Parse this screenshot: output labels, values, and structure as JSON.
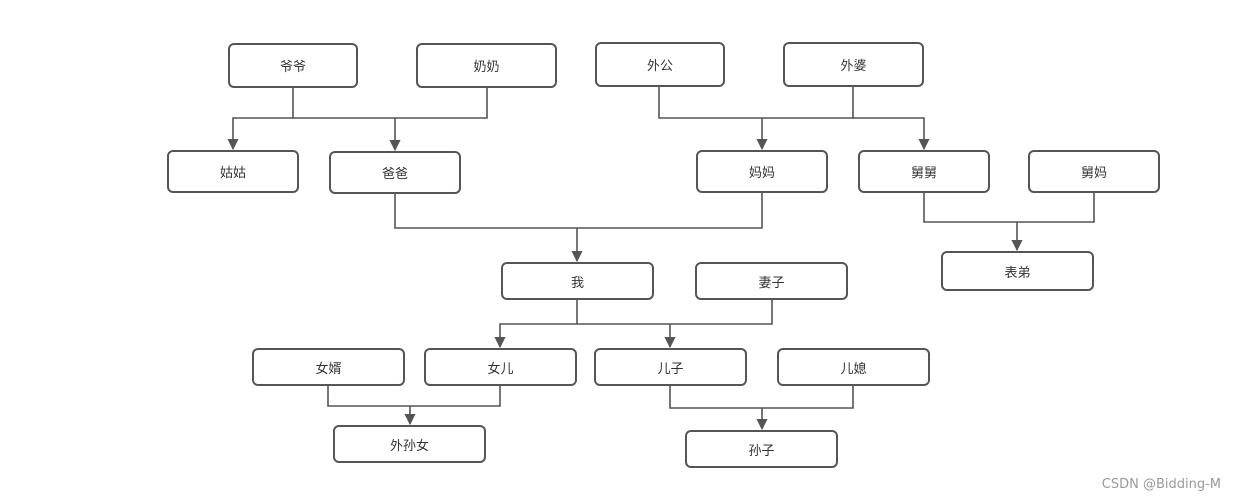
{
  "nodes": {
    "yeye": "爷爷",
    "nainai": "奶奶",
    "waigong": "外公",
    "waipo": "外婆",
    "gugu": "姑姑",
    "baba": "爸爸",
    "mama": "妈妈",
    "jiujiu": "舅舅",
    "jiuma": "舅妈",
    "biaodi": "表弟",
    "wo": "我",
    "qizi": "妻子",
    "nvxu": "女婿",
    "nver": "女儿",
    "erzi": "儿子",
    "erxi": "儿媳",
    "waisunnv": "外孙女",
    "sunzi": "孙子"
  },
  "watermark": "CSDN @Bidding-M",
  "colors": {
    "line": "#555555",
    "border": "#555555",
    "text": "#333333"
  }
}
